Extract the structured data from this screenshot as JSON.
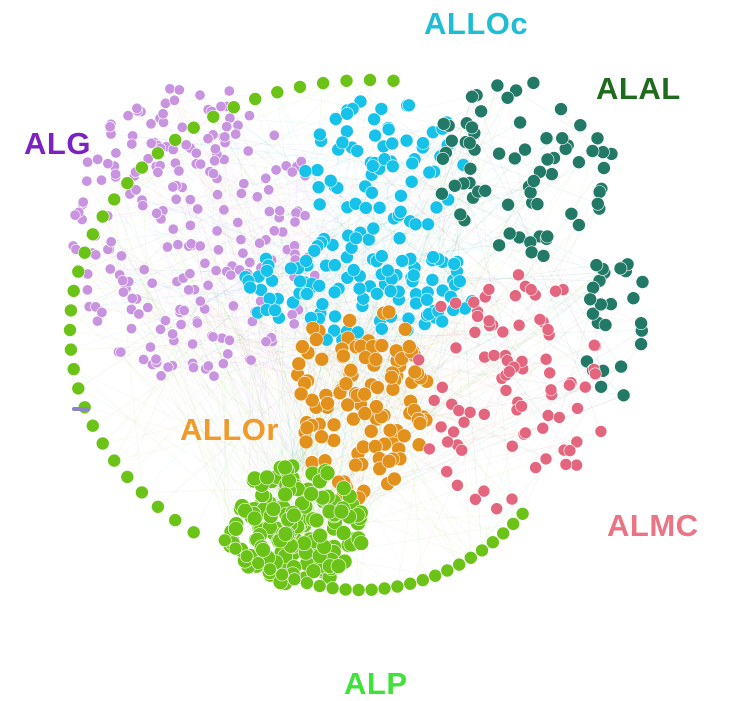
{
  "clusters": [
    {
      "id": "ALG",
      "label": "ALG",
      "color": "#c894e0",
      "label_color": "#7a22c2"
    },
    {
      "id": "ALLOc",
      "label": "ALLOc",
      "color": "#17c2ea",
      "label_color": "#1ebdd4"
    },
    {
      "id": "ALAL",
      "label": "ALAL",
      "color": "#227a66",
      "label_color": "#1e6b1e"
    },
    {
      "id": "ALLOr",
      "label": "ALLOr",
      "color": "#e2921c",
      "label_color": "#f09a2c"
    },
    {
      "id": "ALMC",
      "label": "ALMC",
      "color": "#e4667e",
      "label_color": "#ec7384"
    },
    {
      "id": "ALP",
      "label": "ALP",
      "color": "#6cc317",
      "label_color": "#3fe23a"
    }
  ],
  "legend_colors": {
    "edge": "#d8d0e2"
  }
}
